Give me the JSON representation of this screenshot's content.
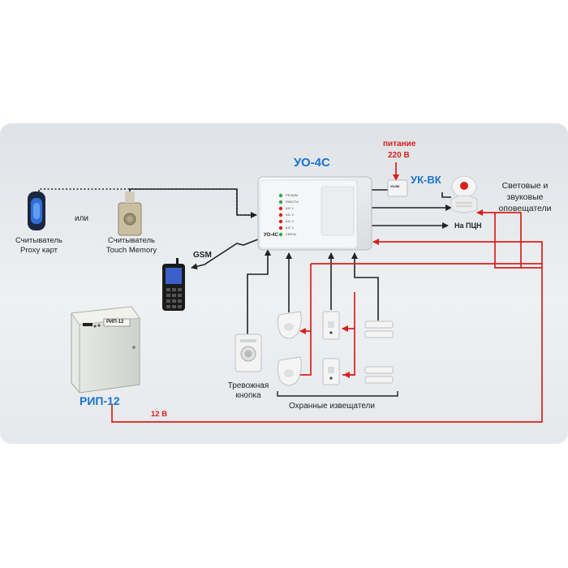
{
  "controller": {
    "title": "УО-4С",
    "panel_label": "УО-4С",
    "leds": [
      "РЕЖИМ",
      "РАБОТА",
      "ШС 1",
      "ШС 2",
      "ШС 3",
      "ШС 4",
      "СВЯЗЬ"
    ]
  },
  "uk_vk": {
    "title": "УК-ВК",
    "power_label": "питание",
    "power_voltage": "220 В",
    "box_label": "УК-ВК"
  },
  "sirens_label": "Световые и звуковые оповещатели",
  "pcn_label": "На ПЦН",
  "gsm_label": "GSM",
  "proxy_reader_label": "Считыватель Proxy карт",
  "or_label": "или",
  "touch_reader_label": "Считыватель Touch Memory",
  "alarm_button_label": "Тревожная кнопка",
  "detectors_label": "Охранные извещатели",
  "psu": {
    "title": "РИП-12",
    "panel_label": "РИП-12",
    "voltage_label": "12 В"
  },
  "colors": {
    "wire_red": "#d9201c",
    "wire_dark": "#222222",
    "title_blue": "#1a73c9"
  }
}
